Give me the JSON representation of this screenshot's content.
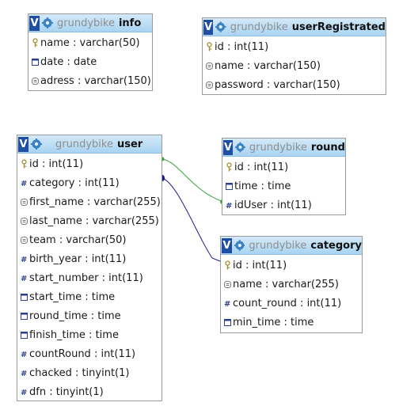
{
  "colors": {
    "header_gradient_top": "#d4eaf8",
    "header_gradient_bottom": "#a9d4f1",
    "toggle": "#1f4ea3",
    "relation_round_user": "#3aa63a",
    "relation_category_user": "#1c1c8c"
  },
  "tables": {
    "info": {
      "toggle": "V",
      "db": "grundybike",
      "name": "info",
      "columns": [
        {
          "text": "name : varchar(50)",
          "icon": "key-icon"
        },
        {
          "text": "date : date",
          "icon": "calendar-icon"
        },
        {
          "text": "adress : varchar(150)",
          "icon": "text-field-icon"
        }
      ]
    },
    "userRegistrated": {
      "toggle": "V",
      "db": "grundybike",
      "name": "userRegistrated",
      "columns": [
        {
          "text": "id : int(11)",
          "icon": "key-icon"
        },
        {
          "text": "name : varchar(150)",
          "icon": "text-field-icon"
        },
        {
          "text": "password : varchar(150)",
          "icon": "text-field-icon"
        }
      ]
    },
    "user": {
      "toggle": "V",
      "db": "grundybike",
      "name": "user",
      "columns": [
        {
          "text": "id : int(11)",
          "icon": "key-icon"
        },
        {
          "text": "category : int(11)",
          "icon": "numeric-icon"
        },
        {
          "text": "first_name : varchar(255)",
          "icon": "text-field-icon"
        },
        {
          "text": "last_name : varchar(255)",
          "icon": "text-field-icon"
        },
        {
          "text": "team : varchar(50)",
          "icon": "text-field-icon"
        },
        {
          "text": "birth_year : int(11)",
          "icon": "numeric-icon"
        },
        {
          "text": "start_number : int(11)",
          "icon": "numeric-icon"
        },
        {
          "text": "start_time : time",
          "icon": "calendar-icon"
        },
        {
          "text": "round_time : time",
          "icon": "calendar-icon"
        },
        {
          "text": "finish_time : time",
          "icon": "calendar-icon"
        },
        {
          "text": "countRound : int(11)",
          "icon": "numeric-icon"
        },
        {
          "text": "chacked : tinyint(1)",
          "icon": "numeric-icon"
        },
        {
          "text": "dfn : tinyint(1)",
          "icon": "numeric-icon"
        }
      ]
    },
    "round": {
      "toggle": "V",
      "db": "grundybike",
      "name": "round",
      "columns": [
        {
          "text": "id : int(11)",
          "icon": "key-icon"
        },
        {
          "text": "time : time",
          "icon": "calendar-icon"
        },
        {
          "text": "idUser : int(11)",
          "icon": "numeric-icon"
        }
      ]
    },
    "category": {
      "toggle": "V",
      "db": "grundybike",
      "name": "category",
      "columns": [
        {
          "text": "id : int(11)",
          "icon": "key-icon"
        },
        {
          "text": "name : varchar(255)",
          "icon": "text-field-icon"
        },
        {
          "text": "count_round : int(11)",
          "icon": "numeric-icon"
        },
        {
          "text": "min_time : time",
          "icon": "calendar-icon"
        }
      ]
    }
  }
}
